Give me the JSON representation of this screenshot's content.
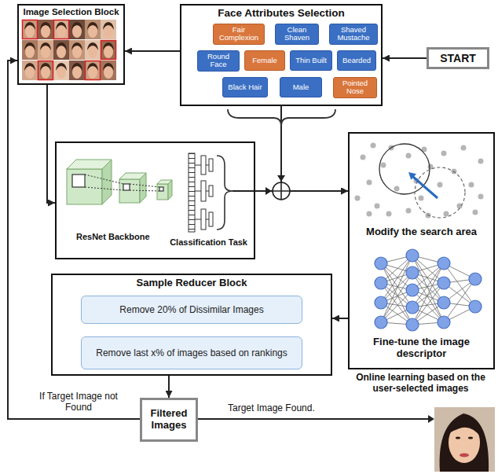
{
  "diagram": {
    "nodes": [
      {
        "text": [
          "Image Selection Block"
        ]
      },
      {
        "text": [
          "Face Attributes Selection"
        ]
      },
      {
        "text": [
          "Fair Complexion"
        ],
        "in": 1
      },
      {
        "text": [
          "Clean Shaven"
        ],
        "in": 1
      },
      {
        "text": [
          "Shaved Mustache"
        ],
        "in": 1
      },
      {
        "text": [
          "Round Face"
        ],
        "in": 1
      },
      {
        "text": [
          "Female"
        ],
        "in": 1
      },
      {
        "text": [
          "Thin Built"
        ],
        "in": 1
      },
      {
        "text": [
          "Bearded"
        ],
        "in": 1
      },
      {
        "text": [
          "Black Hair"
        ],
        "in": 1
      },
      {
        "text": [
          "Male"
        ],
        "in": 1
      },
      {
        "text": [
          "Pointed Nose"
        ],
        "in": 1
      },
      {
        "text": [
          "START"
        ]
      },
      {
        "text": [
          "ResNet Backbone",
          "Classification Task"
        ]
      },
      {
        "text": [
          "Modify the search area",
          "Fine-tune the image descriptor",
          "Online learning based on the user-selected images"
        ]
      },
      {
        "text": [
          "Sample Reducer Block"
        ]
      },
      {
        "text": [
          "Remove 20% of Dissimilar Images"
        ],
        "in": 15
      },
      {
        "text": [
          "Remove last x% of images based on rankings"
        ],
        "in": 15
      },
      {
        "text": [
          "Filtered Images"
        ]
      }
    ],
    "edges": [
      {
        "from": 12,
        "to": 1,
        "arrow": "to"
      },
      {
        "from": 1,
        "to": 0,
        "arrow": "to"
      },
      {
        "from": 0,
        "to": 13,
        "arrow": "to"
      },
      {
        "from": 1,
        "to": 14,
        "arrow": "to"
      },
      {
        "from": 13,
        "to": 14,
        "arrow": "to"
      },
      {
        "from": 14,
        "to": 15,
        "arrow": "to"
      },
      {
        "from": 15,
        "to": 18,
        "arrow": "to"
      },
      {
        "from": 18,
        "to": 0,
        "label": "If Target Image not Found",
        "arrow": "to"
      }
    ],
    "labels": [
      "Target Image Found."
    ]
  }
}
